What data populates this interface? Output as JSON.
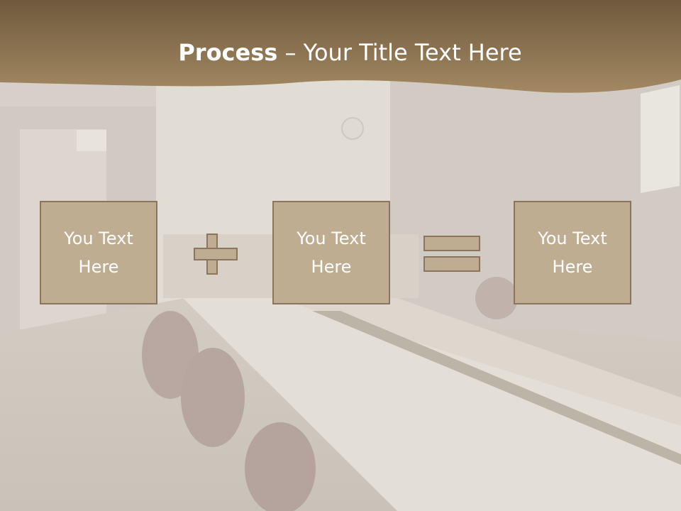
{
  "slide": {
    "title_bold": "Process",
    "title_rest": " – Your Title Text Here"
  },
  "boxes": [
    {
      "text": "You Text Here"
    },
    {
      "text": "You Text Here"
    },
    {
      "text": "You Text Here"
    }
  ],
  "operators": [
    "plus-icon",
    "equals-icon"
  ],
  "colors": {
    "header_brown": "#8f7450",
    "box_fill": "#bfad91",
    "box_border": "#8b755e",
    "text": "#ffffff"
  }
}
